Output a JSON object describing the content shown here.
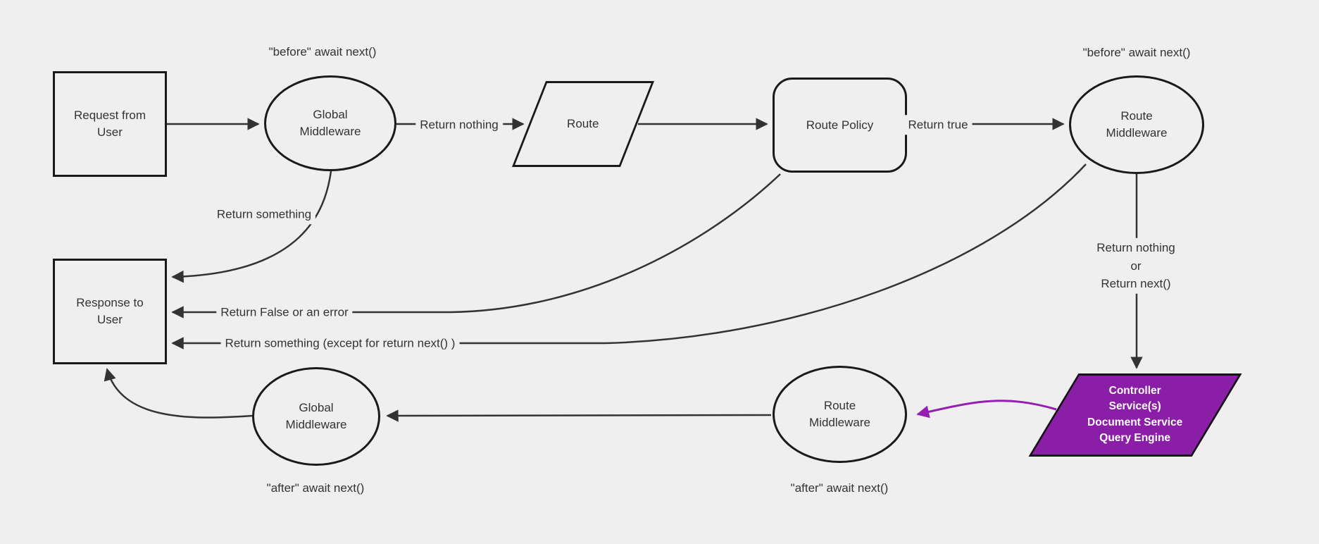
{
  "diagram": {
    "background": "#efefef",
    "node_border_color": "#1a1a1a",
    "edge_color": "#333333",
    "text_color": "#333333",
    "purple_fill": "#8b1ea7",
    "purple_edge_color": "#941fb0",
    "nodes": {
      "request": {
        "label": "Request from\nUser"
      },
      "global_middleware_before": {
        "label": "Global\nMiddleware"
      },
      "route": {
        "label": "Route"
      },
      "route_policy": {
        "label": "Route Policy"
      },
      "route_middleware_before": {
        "label": "Route\nMiddleware"
      },
      "response": {
        "label": "Response to\nUser"
      },
      "controller": {
        "label": "Controller\nService(s)\nDocument Service\nQuery Engine"
      },
      "route_middleware_after": {
        "label": "Route\nMiddleware"
      },
      "global_middleware_after": {
        "label": "Global\nMiddleware"
      }
    },
    "edge_labels": {
      "return_nothing": "Return nothing",
      "return_true": "Return true",
      "return_something": "Return something",
      "return_false_or_error": "Return False or an error",
      "return_something_except": "Return something (except for return next() )",
      "return_nothing_or_next": "Return nothing\nor\nReturn next()"
    },
    "annotations": {
      "before_await_global": "\"before\" await next()",
      "before_await_route": "\"before\" await next()",
      "after_await_global": "\"after\" await next()",
      "after_await_route": "\"after\" await next()"
    }
  }
}
